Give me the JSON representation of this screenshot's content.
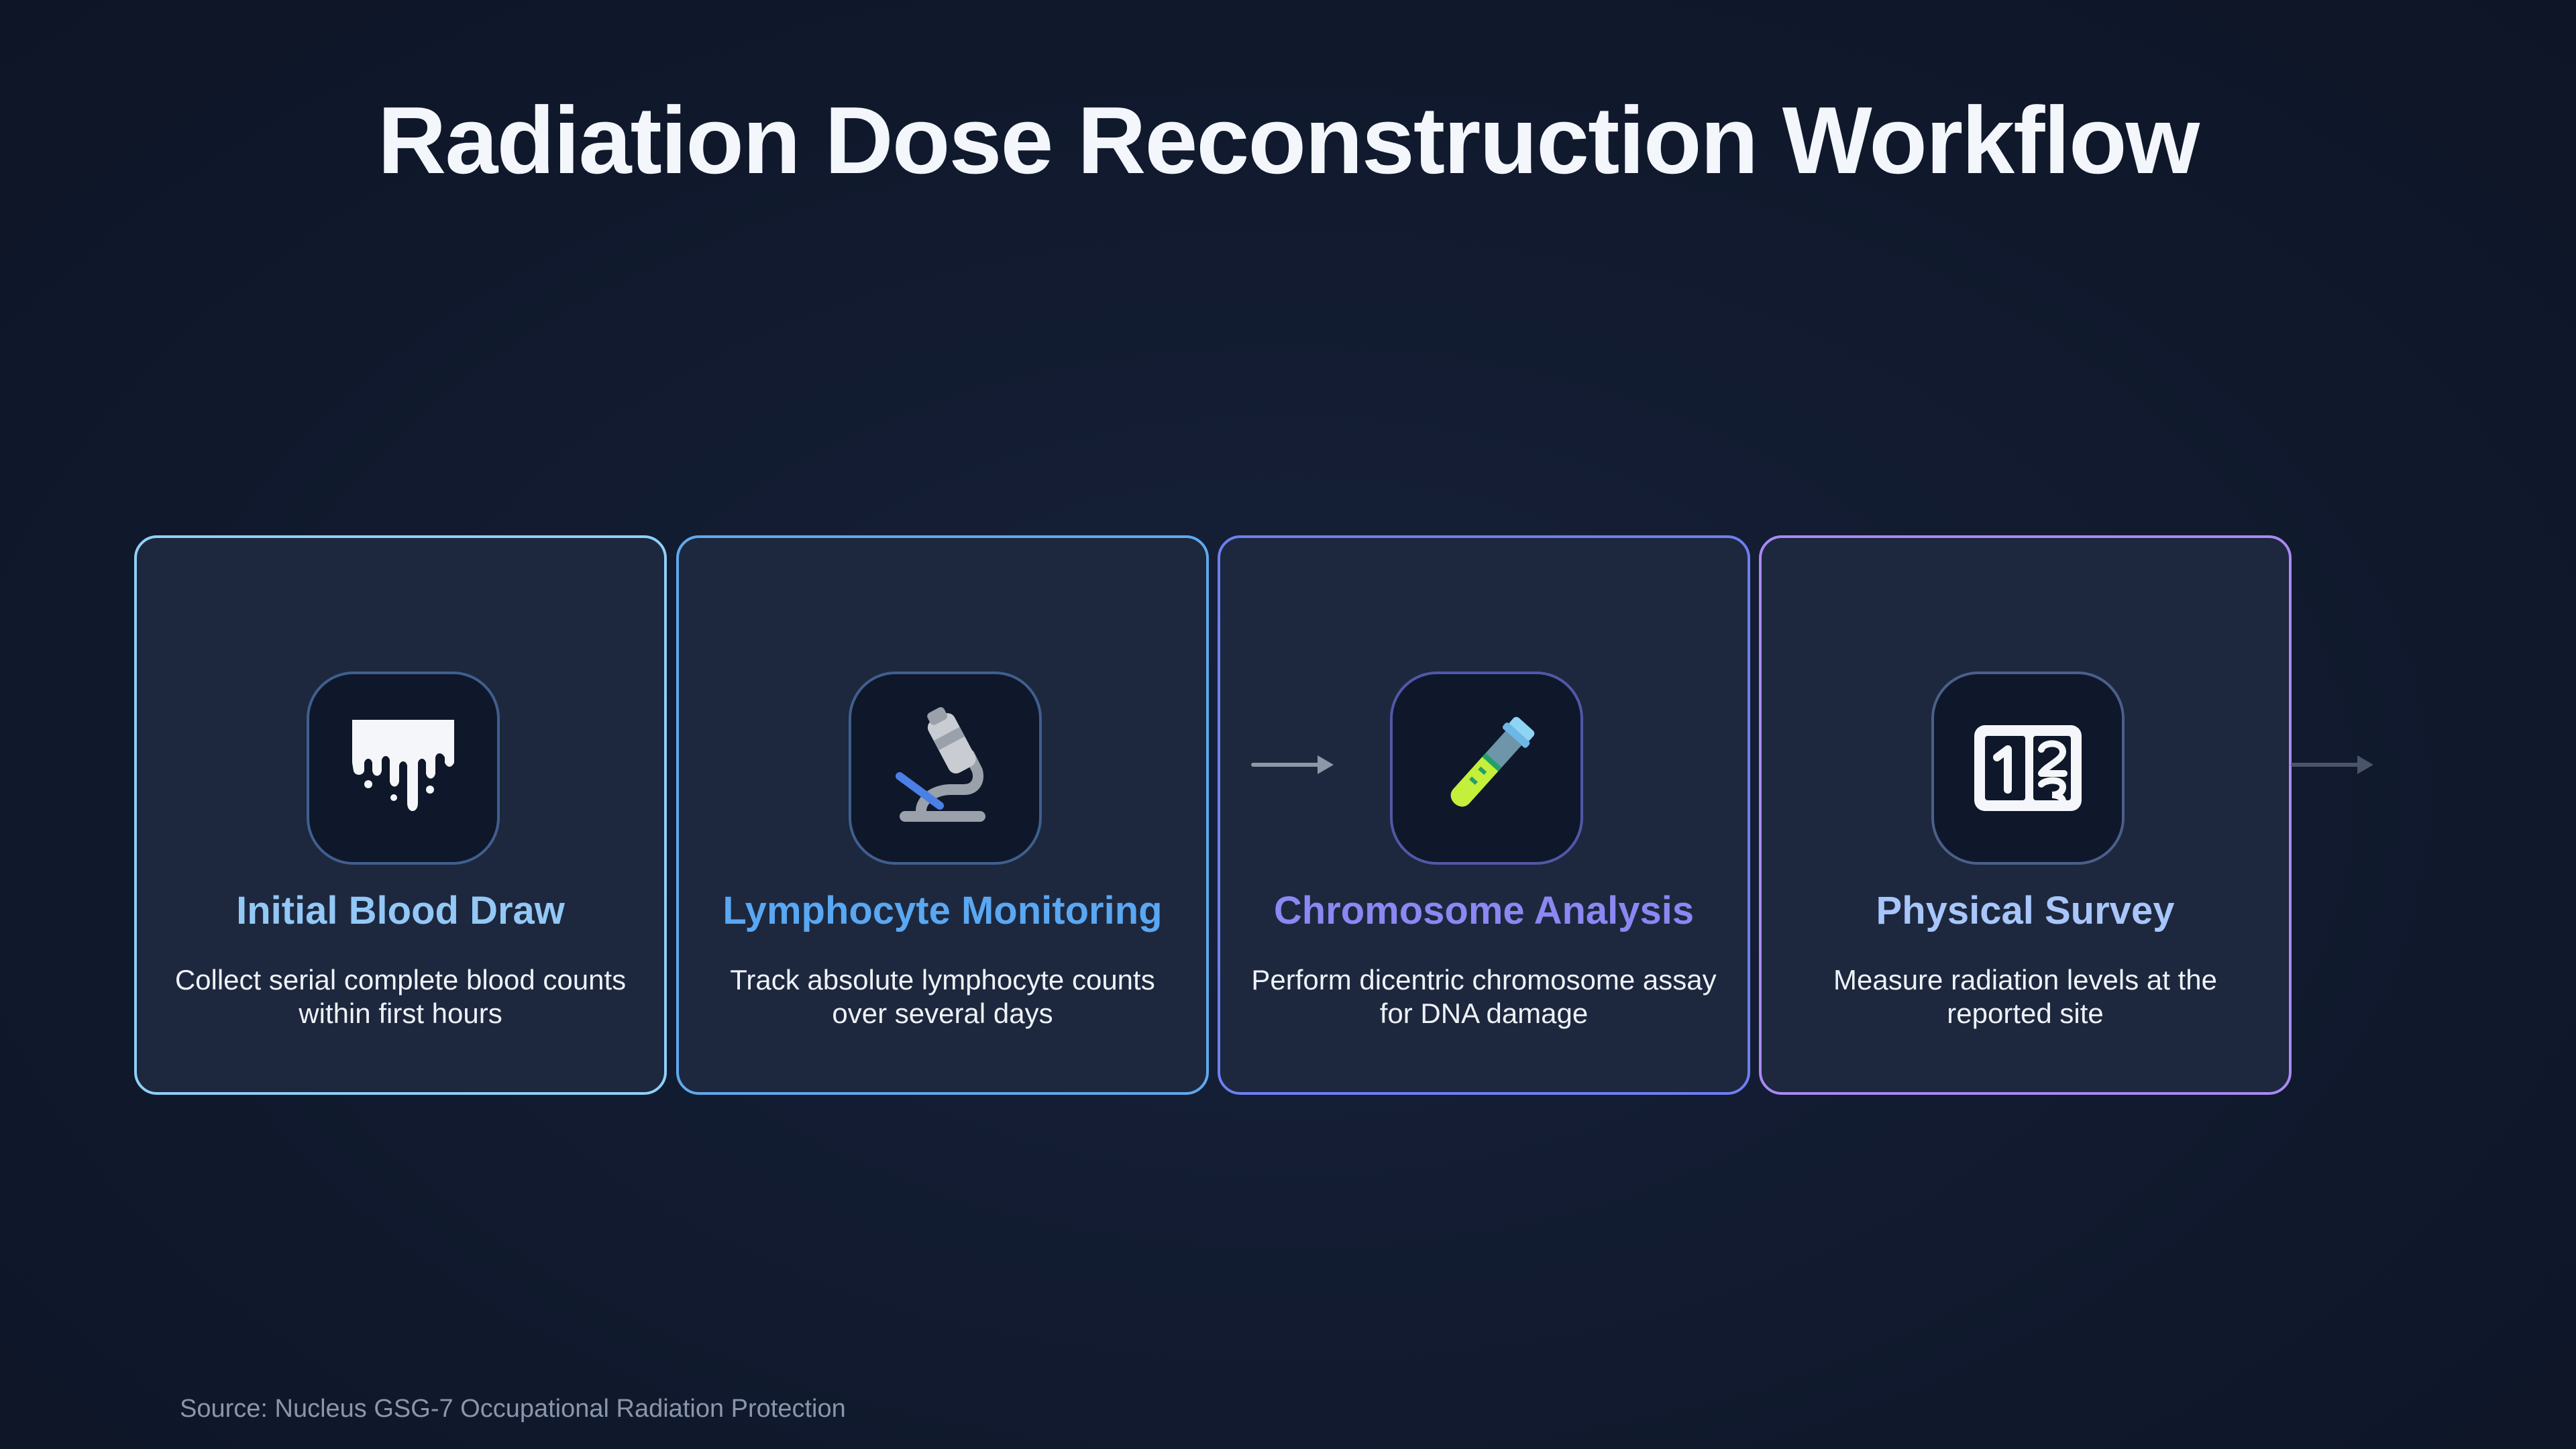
{
  "title": "Radiation Dose Reconstruction Workflow",
  "steps": [
    {
      "title": "Initial Blood Draw",
      "description": "Collect serial complete blood counts within first hours",
      "icon": "dripping-liquid-icon",
      "color": "#93c8f6"
    },
    {
      "title": "Lymphocyte Monitoring",
      "description": "Track absolute lymphocyte counts over several days",
      "icon": "microscope-icon",
      "color": "#5aa7f2"
    },
    {
      "title": "Chromosome Analysis",
      "description": "Perform dicentric chromosome assay for DNA damage",
      "icon": "test-tube-icon",
      "color": "#8a88f2"
    },
    {
      "title": "Physical Survey",
      "description": "Measure radiation levels at the reported site",
      "icon": "numbers-icon",
      "color": "#a8c6fb"
    }
  ],
  "source": "Source: Nucleus GSG-7 Occupational Radiation Protection"
}
